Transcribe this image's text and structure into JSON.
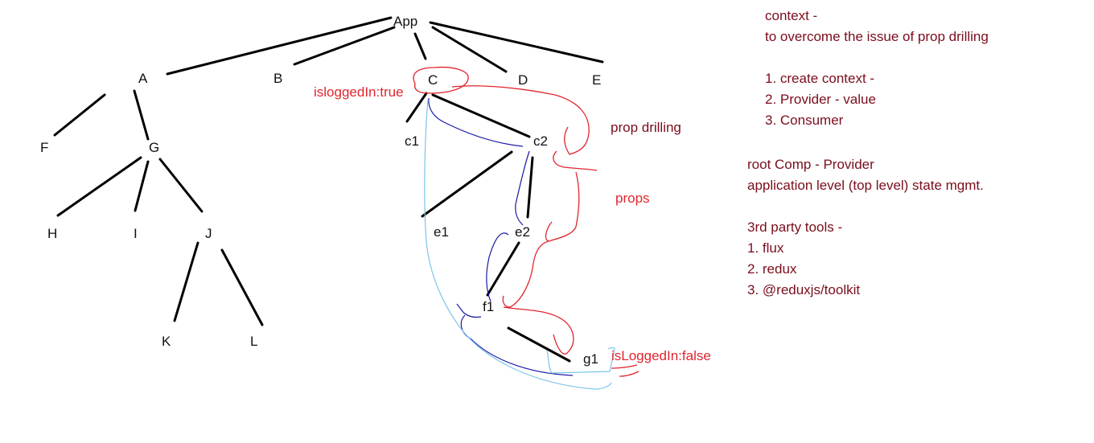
{
  "tree": {
    "nodes": {
      "app": "App",
      "a": "A",
      "b": "B",
      "c": "C",
      "d": "D",
      "e": "E",
      "f": "F",
      "g": "G",
      "h": "H",
      "i": "I",
      "j": "J",
      "k": "K",
      "l": "L",
      "c1": "c1",
      "c2": "c2",
      "e1": "e1",
      "e2": "e2",
      "f1": "f1",
      "g1": "g1"
    }
  },
  "annotations": {
    "c_state": "isloggedIn:true",
    "g1_state": "isLoggedIn:false",
    "prop_drilling": "prop drilling",
    "props": "props"
  },
  "notes": {
    "context": {
      "title": "context -",
      "description": "to overcome the issue of prop drilling",
      "steps": [
        "1. create context -",
        "2. Provider - value",
        "3. Consumer"
      ]
    },
    "root": {
      "line1": "root Comp  - Provider",
      "line2": "application level (top level) state mgmt."
    },
    "tools": {
      "title": "3rd party tools -",
      "items": [
        "1. flux",
        "2. redux",
        "3. @reduxjs/toolkit"
      ]
    }
  },
  "colors": {
    "tree_edges": "#000000",
    "annotation_red": "#e0262e",
    "note_text": "#7a0d1c",
    "context_flow_blue": "#1a1aa8",
    "context_flow_lightblue": "#7cc4e8"
  }
}
